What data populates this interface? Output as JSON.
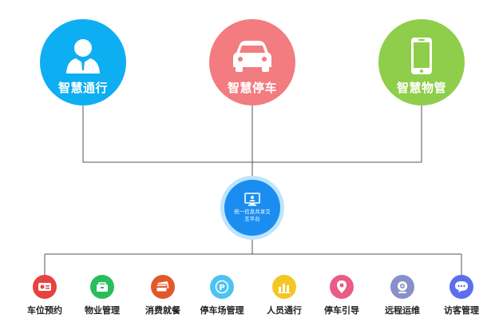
{
  "top_nodes": [
    {
      "label": "智慧通行",
      "icon": "person-icon",
      "color": "#0eaef2"
    },
    {
      "label": "智慧停车",
      "icon": "car-icon",
      "color": "#f27c80"
    },
    {
      "label": "智慧物管",
      "icon": "phone-icon",
      "color": "#8fce4a"
    }
  ],
  "hub": {
    "label": "统一信息共享交互平台",
    "icon": "monitor-icon",
    "color": "#1a8ef0"
  },
  "bottom_items": [
    {
      "label": "车位预约",
      "icon": "reservation-icon",
      "color": "#e8413f"
    },
    {
      "label": "物业管理",
      "icon": "property-icon",
      "color": "#2bbd5c"
    },
    {
      "label": "消费就餐",
      "icon": "card-icon",
      "color": "#e2582a"
    },
    {
      "label": "停车场管理",
      "icon": "parking-icon",
      "color": "#4cc3f0"
    },
    {
      "label": "人员通行",
      "icon": "chart-icon",
      "color": "#f4c623"
    },
    {
      "label": "停车引导",
      "icon": "location-icon",
      "color": "#ea5b86"
    },
    {
      "label": "远程运维",
      "icon": "camera-icon",
      "color": "#8790c9"
    },
    {
      "label": "访客管理",
      "icon": "chat-icon",
      "color": "#5c6ef0"
    }
  ]
}
